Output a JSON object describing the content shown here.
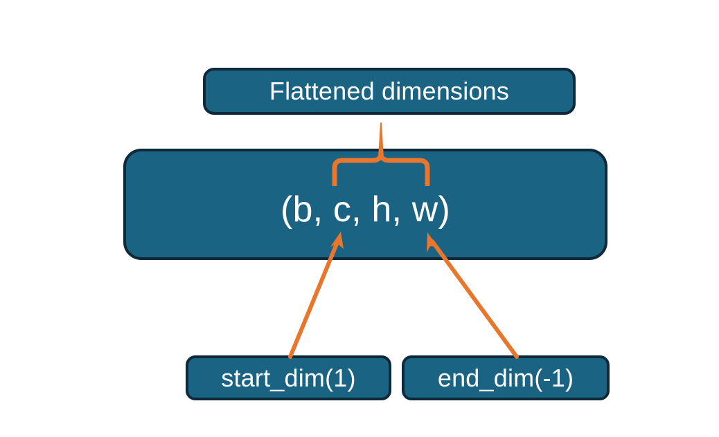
{
  "diagram": {
    "title_node": {
      "label": "Flattened dimensions",
      "name": "flattened-dimensions-box"
    },
    "shape_node": {
      "label": "(b, c, h, w)",
      "name": "tensor-shape-box",
      "dims": [
        "b",
        "c",
        "h",
        "w"
      ],
      "braced_dims": [
        "c",
        "h",
        "w"
      ]
    },
    "arg_nodes": [
      {
        "label": "start_dim(1)",
        "name": "start-dim-box",
        "points_to_dim": "c"
      },
      {
        "label": "end_dim(-1)",
        "name": "end-dim-box",
        "points_to_dim": "w"
      }
    ],
    "connectors": [
      {
        "name": "brace-connector",
        "type": "curly-brace-up",
        "from": "tensor-shape-box",
        "to": "flattened-dimensions-box"
      },
      {
        "name": "start-dim-arrow",
        "type": "arrow",
        "from": "start-dim-box",
        "to": "tensor-shape-box"
      },
      {
        "name": "end-dim-arrow",
        "type": "arrow",
        "from": "end-dim-box",
        "to": "tensor-shape-box"
      }
    ],
    "colors": {
      "background": "#ffffff",
      "node_fill": "#1B6382",
      "node_border": "#10293A",
      "node_text": "#FFFFFF",
      "connector": "#E8762C"
    }
  }
}
